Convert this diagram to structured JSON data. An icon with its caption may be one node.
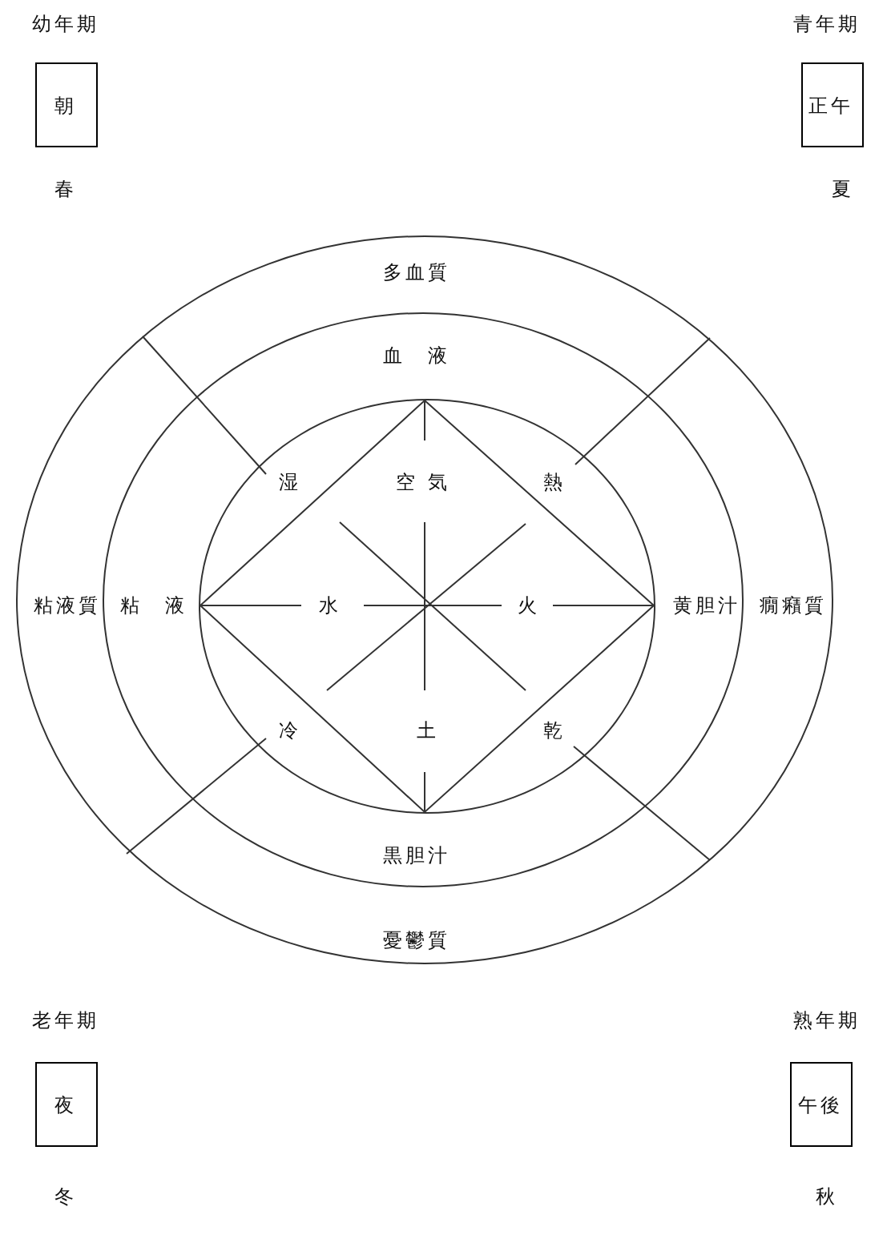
{
  "diagram": {
    "nodes": [
      {
        "text": [
          "朝"
        ],
        "beside": [
          "幼年期",
          "春"
        ]
      },
      {
        "text": [
          "正午"
        ],
        "beside": [
          "青年期",
          "夏"
        ]
      },
      {
        "text": [
          "多血質",
          "粘液質",
          "癇癪質",
          "憂鬱質"
        ]
      },
      {
        "text": [
          "血　液",
          "粘　液",
          "黄胆汁",
          "黒胆汁"
        ],
        "in": 2
      },
      {
        "text": [
          "湿",
          "熱",
          "冷",
          "乾"
        ],
        "in": 3
      },
      {
        "text": [
          "空 気",
          "水",
          "火",
          "土"
        ],
        "in": 4
      },
      {
        "text": [
          "夜"
        ],
        "beside": [
          "老年期",
          "冬"
        ]
      },
      {
        "text": [
          "午後"
        ],
        "beside": [
          "熟年期",
          "秋"
        ]
      }
    ]
  }
}
